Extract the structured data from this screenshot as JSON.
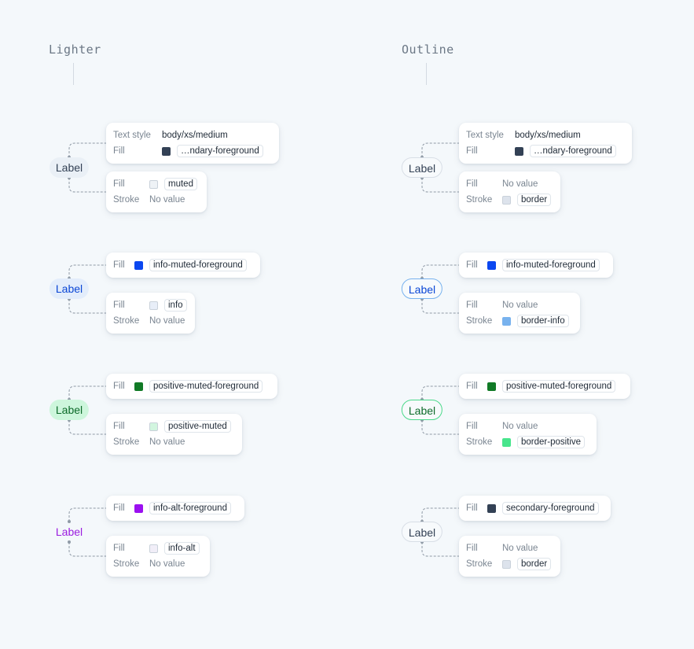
{
  "columns": {
    "lighter": "Lighter",
    "outline": "Outline"
  },
  "rows": [
    {
      "lighter": {
        "badge": {
          "label": "Label",
          "bg": "#eaf0f6",
          "fg": "#334155",
          "border": ""
        },
        "card1": {
          "text_style_label": "Text style",
          "text_style_value": "body/xs/medium",
          "fill_label": "Fill",
          "fill_swatch": "#334155",
          "fill_token": "…ndary-foreground"
        },
        "card2": {
          "fill_label": "Fill",
          "fill_swatch": "#eef2f6",
          "fill_token": "muted",
          "stroke_label": "Stroke",
          "stroke_value": "No value"
        }
      },
      "outline": {
        "badge": {
          "label": "Label",
          "bg": "#f7fafc",
          "fg": "#334155",
          "border": "#d8dee6"
        },
        "card1": {
          "text_style_label": "Text style",
          "text_style_value": "body/xs/medium",
          "fill_label": "Fill",
          "fill_swatch": "#334155",
          "fill_token": "…ndary-foreground"
        },
        "card2": {
          "fill_label": "Fill",
          "fill_value": "No value",
          "stroke_label": "Stroke",
          "stroke_swatch": "#dde3ec",
          "stroke_token": "border"
        }
      }
    },
    {
      "lighter": {
        "badge": {
          "label": "Label",
          "bg": "#e3edfb",
          "fg": "#0b47d6",
          "border": ""
        },
        "card1": {
          "fill_label": "Fill",
          "fill_swatch": "#0b47f0",
          "fill_token": "info-muted-foreground"
        },
        "card2": {
          "fill_label": "Fill",
          "fill_swatch": "#e8eef8",
          "fill_token": "info",
          "stroke_label": "Stroke",
          "stroke_value": "No value"
        }
      },
      "outline": {
        "badge": {
          "label": "Label",
          "bg": "#f7fafc",
          "fg": "#0b47d6",
          "border": "#78b2ee"
        },
        "card1": {
          "fill_label": "Fill",
          "fill_swatch": "#0b47f0",
          "fill_token": "info-muted-foreground"
        },
        "card2": {
          "fill_label": "Fill",
          "fill_value": "No value",
          "stroke_label": "Stroke",
          "stroke_swatch": "#78b2ee",
          "stroke_token": "border-info"
        }
      }
    },
    {
      "lighter": {
        "badge": {
          "label": "Label",
          "bg": "#cdf6dc",
          "fg": "#0d6b2a",
          "border": ""
        },
        "card1": {
          "fill_label": "Fill",
          "fill_swatch": "#117a26",
          "fill_token": "positive-muted-foreground"
        },
        "card2": {
          "fill_label": "Fill",
          "fill_swatch": "#d2f5df",
          "fill_token": "positive-muted",
          "stroke_label": "Stroke",
          "stroke_value": "No value"
        }
      },
      "outline": {
        "badge": {
          "label": "Label",
          "bg": "#f7fafc",
          "fg": "#0d6b2a",
          "border": "#4bd98a"
        },
        "card1": {
          "fill_label": "Fill",
          "fill_swatch": "#117a26",
          "fill_token": "positive-muted-foreground"
        },
        "card2": {
          "fill_label": "Fill",
          "fill_value": "No value",
          "stroke_label": "Stroke",
          "stroke_swatch": "#48e58c",
          "stroke_token": "border-positive"
        }
      }
    },
    {
      "lighter": {
        "badge": {
          "label": "Label",
          "bg": "transparent",
          "fg": "#9b1de0",
          "border": ""
        },
        "card1": {
          "fill_label": "Fill",
          "fill_swatch": "#9b10f0",
          "fill_token": "info-alt-foreground"
        },
        "card2": {
          "fill_label": "Fill",
          "fill_swatch": "#f1eef8",
          "fill_token": "info-alt",
          "stroke_label": "Stroke",
          "stroke_value": "No value"
        }
      },
      "outline": {
        "badge": {
          "label": "Label",
          "bg": "#f7fafc",
          "fg": "#334155",
          "border": "#d8dee6"
        },
        "card1": {
          "fill_label": "Fill",
          "fill_swatch": "#334155",
          "fill_token": "secondary-foreground"
        },
        "card2": {
          "fill_label": "Fill",
          "fill_value": "No value",
          "stroke_label": "Stroke",
          "stroke_swatch": "#dde3ec",
          "stroke_token": "border"
        }
      }
    }
  ]
}
